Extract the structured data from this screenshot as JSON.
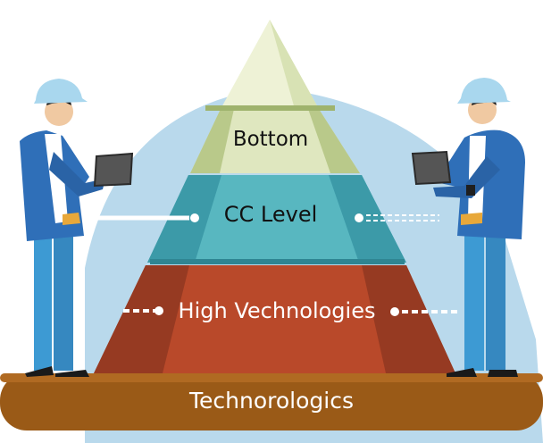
{
  "pyramid": {
    "levels": [
      {
        "label": "Bottom",
        "color": "#dfe7bf",
        "shade": "#b9c98a"
      },
      {
        "label": "CC  Level",
        "color": "#58b7c0",
        "shade": "#3c9aa8"
      },
      {
        "label": "High Vechnologies",
        "color": "#b9492a",
        "shade": "#963a22"
      }
    ],
    "tip_color": "#eef2d6"
  },
  "base": {
    "label": "Technorologics",
    "color": "#9a5a17"
  },
  "backdrop": {
    "color": "#b9d9ec"
  },
  "people": {
    "helmet": "#a9d7ee",
    "jacket": "#2f6fb8",
    "pants": "#3d9ad3"
  }
}
